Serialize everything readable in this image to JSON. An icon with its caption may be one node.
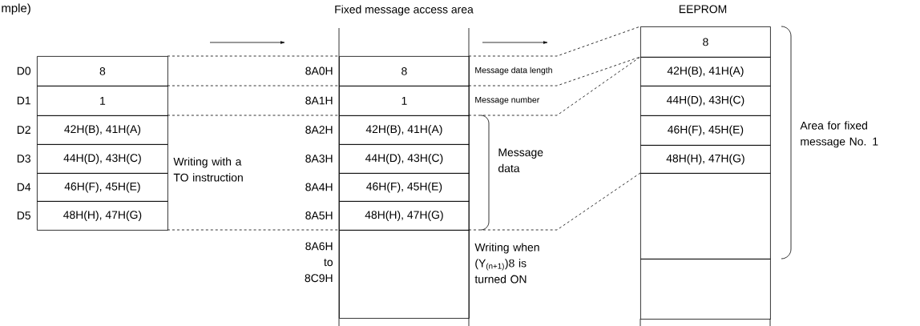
{
  "diagram": {
    "nodes": [
      {
        "text": [
          "8"
        ],
        "beside": [
          "D0"
        ]
      },
      {
        "text": [
          "1"
        ],
        "beside": [
          "D1"
        ]
      },
      {
        "text": [
          "42H(B), 41H(A)"
        ],
        "beside": [
          "D2"
        ]
      },
      {
        "text": [
          "44H(D), 43H(C)"
        ],
        "beside": [
          "D3"
        ]
      },
      {
        "text": [
          "46H(F), 45H(E)"
        ],
        "beside": [
          "D4"
        ]
      },
      {
        "text": [
          "48H(H), 47H(G)"
        ],
        "beside": [
          "D5"
        ]
      },
      {
        "text": [
          "8"
        ],
        "beside": [
          "8A0H",
          "Message data length"
        ]
      },
      {
        "text": [
          "1"
        ],
        "beside": [
          "8A1H",
          "Message number"
        ]
      },
      {
        "text": [
          "42H(B), 41H(A)"
        ],
        "beside": [
          "8A2H"
        ]
      },
      {
        "text": [
          "44H(D), 43H(C)"
        ],
        "beside": [
          "8A3H"
        ]
      },
      {
        "text": [
          "46H(F), 45H(E)"
        ],
        "beside": [
          "8A4H"
        ]
      },
      {
        "text": [
          "48H(H), 47H(G)"
        ],
        "beside": [
          "8A5H"
        ]
      },
      {
        "text": [],
        "shape": "box",
        "beside": [
          "8A6H to 8C9H"
        ]
      },
      {
        "text": [
          "8"
        ]
      },
      {
        "text": [
          "42H(B), 41H(A)"
        ]
      },
      {
        "text": [
          "44H(D), 43H(C)"
        ]
      },
      {
        "text": [
          "46H(F), 45H(E)"
        ]
      },
      {
        "text": [
          "48H(H), 47H(G)"
        ]
      },
      {
        "text": [],
        "shape": "box"
      },
      {
        "text": [],
        "shape": "box"
      }
    ],
    "labels": [
      "mple)",
      "Fixed message access area",
      "EEPROM",
      "Writing with a TO instruction",
      "Message data",
      "Writing when (Y$_{(n+1)}$)8 is turned ON",
      "Area for fixed message No. 1"
    ]
  }
}
